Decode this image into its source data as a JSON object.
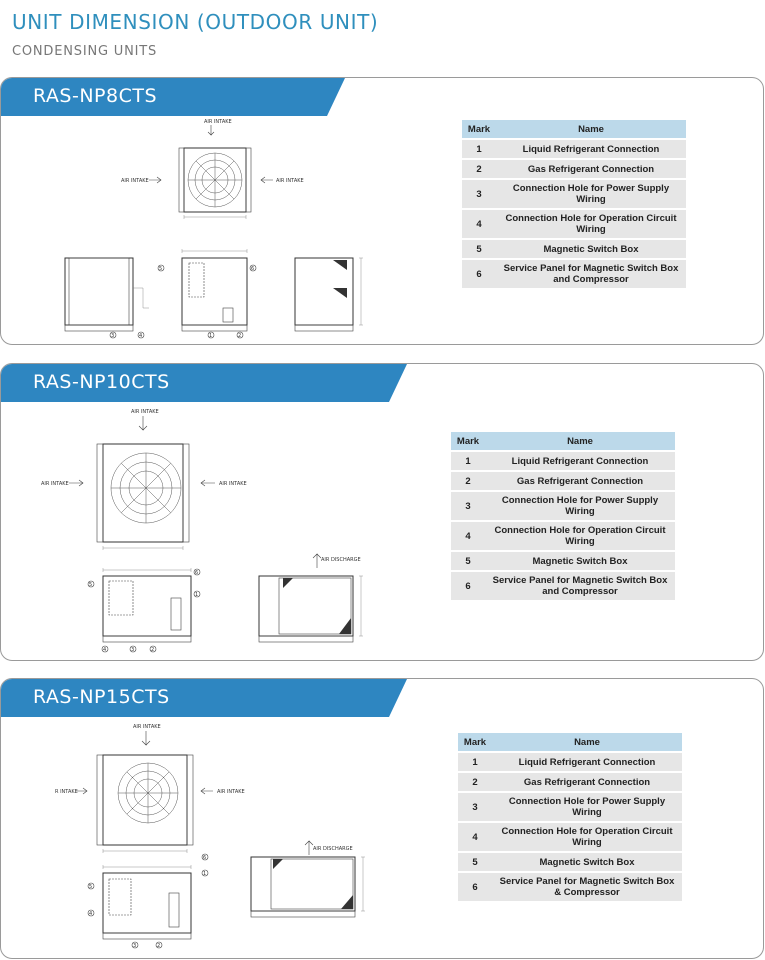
{
  "header": {
    "title": "UNIT DIMENSION (OUTDOOR UNIT)",
    "subtitle": "CONDENSING UNITS"
  },
  "table_headers": {
    "mark": "Mark",
    "name": "Name"
  },
  "models": [
    {
      "name": "RAS-NP8CTS",
      "parts": [
        {
          "mark": "1",
          "name": "Liquid Refrigerant Connection"
        },
        {
          "mark": "2",
          "name": "Gas Refrigerant Connection"
        },
        {
          "mark": "3",
          "name": "Connection Hole for Power Supply Wiring"
        },
        {
          "mark": "4",
          "name": "Connection Hole for Operation Circuit Wiring"
        },
        {
          "mark": "5",
          "name": "Magnetic Switch Box"
        },
        {
          "mark": "6",
          "name": "Service Panel for Magnetic Switch Box and Compressor"
        }
      ],
      "labels": {
        "air_intake_top": "AIR INTAKE",
        "air_intake_left": "AIR INTAKE",
        "air_intake_right": "AIR INTAKE"
      }
    },
    {
      "name": "RAS-NP10CTS",
      "parts": [
        {
          "mark": "1",
          "name": "Liquid Refrigerant Connection"
        },
        {
          "mark": "2",
          "name": "Gas Refrigerant Connection"
        },
        {
          "mark": "3",
          "name": "Connection Hole for Power Supply Wiring"
        },
        {
          "mark": "4",
          "name": "Connection Hole for Operation Circuit Wiring"
        },
        {
          "mark": "5",
          "name": "Magnetic Switch Box"
        },
        {
          "mark": "6",
          "name": "Service Panel for Magnetic Switch Box and Compressor"
        }
      ],
      "labels": {
        "air_intake_top": "AIR INTAKE",
        "air_intake_left": "AIR INTAKE",
        "air_intake_right": "AIR INTAKE",
        "air_discharge": "AIR DISCHARGE"
      }
    },
    {
      "name": "RAS-NP15CTS",
      "parts": [
        {
          "mark": "1",
          "name": "Liquid Refrigerant Connection"
        },
        {
          "mark": "2",
          "name": "Gas Refrigerant Connection"
        },
        {
          "mark": "3",
          "name": "Connection Hole for Power Supply Wiring"
        },
        {
          "mark": "4",
          "name": "Connection Hole for Operation Circuit Wiring"
        },
        {
          "mark": "5",
          "name": "Magnetic Switch Box"
        },
        {
          "mark": "6",
          "name": "Service Panel for Magnetic Switch Box & Compressor"
        }
      ],
      "labels": {
        "air_intake_top": "AIR INTAKE",
        "air_intake_left": "R INTAKE",
        "air_intake_right": "AIR INTAKE",
        "air_discharge": "AIR DISCHARGE"
      }
    }
  ]
}
